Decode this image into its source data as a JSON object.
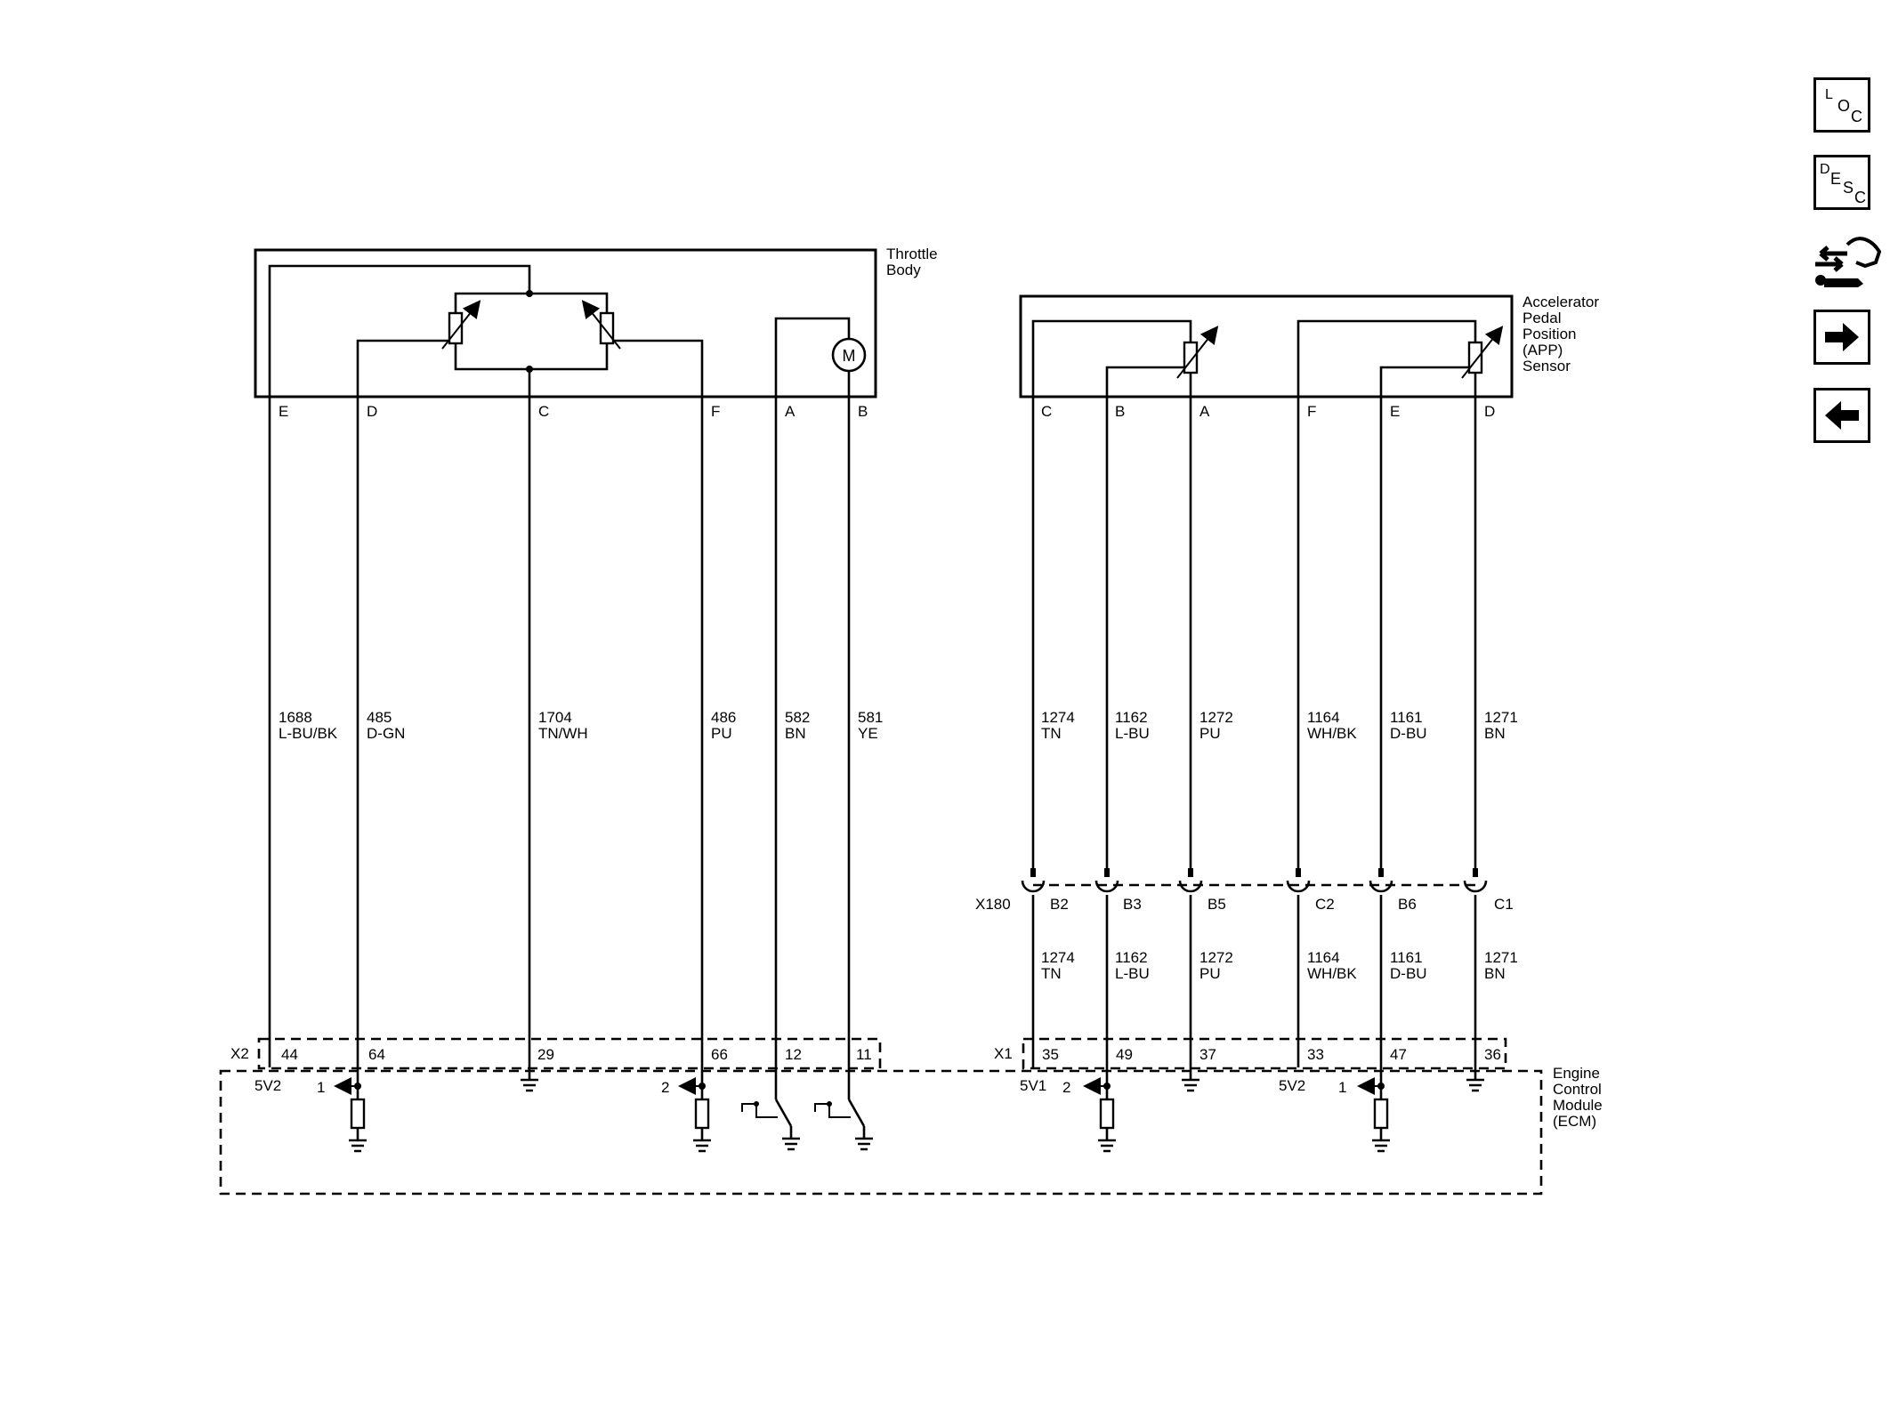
{
  "nav": {
    "loc": {
      "l1": "L",
      "l2": "O",
      "l3": "C"
    },
    "desc": {
      "l1": "D",
      "l2": "E",
      "l3": "S",
      "l4": "C"
    }
  },
  "components": {
    "throttle": {
      "line1": "Throttle",
      "line2": "Body",
      "motor": "M"
    },
    "app": {
      "line1": "Accelerator",
      "line2": "Pedal",
      "line3": "Position",
      "line4": "(APP)",
      "line5": "Sensor"
    },
    "ecm": {
      "line1": "Engine",
      "line2": "Control",
      "line3": "Module",
      "line4": "(ECM)"
    }
  },
  "connectors": {
    "x2": "X2",
    "x1": "X1",
    "x180": "X180"
  },
  "throttle_pins": [
    {
      "letter": "E",
      "circuit": "1688",
      "color": "L-BU/BK",
      "ecm_pin": "44",
      "ecm_label": "5V2"
    },
    {
      "letter": "D",
      "circuit": "485",
      "color": "D-GN",
      "ecm_pin": "64",
      "ecm_label": "1"
    },
    {
      "letter": "C",
      "circuit": "1704",
      "color": "TN/WH",
      "ecm_pin": "29",
      "ecm_label": ""
    },
    {
      "letter": "F",
      "circuit": "486",
      "color": "PU",
      "ecm_pin": "66",
      "ecm_label": "2"
    },
    {
      "letter": "A",
      "circuit": "582",
      "color": "BN",
      "ecm_pin": "12",
      "ecm_label": ""
    },
    {
      "letter": "B",
      "circuit": "581",
      "color": "YE",
      "ecm_pin": "11",
      "ecm_label": ""
    }
  ],
  "app_pins": [
    {
      "letter": "C",
      "circuit": "1274",
      "color": "TN",
      "x180": "B2",
      "ecm_pin": "35",
      "ecm_label": "5V1"
    },
    {
      "letter": "B",
      "circuit": "1162",
      "color": "L-BU",
      "x180": "B3",
      "ecm_pin": "49",
      "ecm_label": "2"
    },
    {
      "letter": "A",
      "circuit": "1272",
      "color": "PU",
      "x180": "B5",
      "ecm_pin": "37",
      "ecm_label": ""
    },
    {
      "letter": "F",
      "circuit": "1164",
      "color": "WH/BK",
      "x180": "C2",
      "ecm_pin": "33",
      "ecm_label": "5V2"
    },
    {
      "letter": "E",
      "circuit": "1161",
      "color": "D-BU",
      "x180": "B6",
      "ecm_pin": "47",
      "ecm_label": "1"
    },
    {
      "letter": "D",
      "circuit": "1271",
      "color": "BN",
      "x180": "C1",
      "ecm_pin": "36",
      "ecm_label": ""
    }
  ]
}
